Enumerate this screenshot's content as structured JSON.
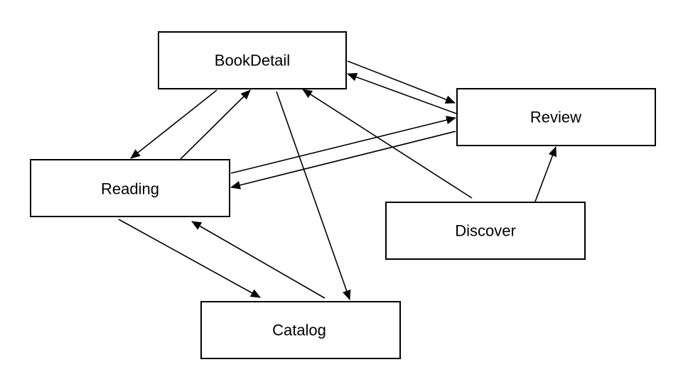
{
  "diagram": {
    "nodes": {
      "bookdetail": {
        "label": "BookDetail"
      },
      "review": {
        "label": "Review"
      },
      "reading": {
        "label": "Reading"
      },
      "discover": {
        "label": "Discover"
      },
      "catalog": {
        "label": "Catalog"
      }
    },
    "edges": [
      {
        "from": "BookDetail",
        "to": "Review"
      },
      {
        "from": "Review",
        "to": "BookDetail"
      },
      {
        "from": "BookDetail",
        "to": "Reading"
      },
      {
        "from": "Reading",
        "to": "BookDetail"
      },
      {
        "from": "BookDetail",
        "to": "Catalog"
      },
      {
        "from": "Reading",
        "to": "Review"
      },
      {
        "from": "Review",
        "to": "Reading"
      },
      {
        "from": "Discover",
        "to": "BookDetail"
      },
      {
        "from": "Discover",
        "to": "Review"
      },
      {
        "from": "Reading",
        "to": "Catalog"
      },
      {
        "from": "Catalog",
        "to": "Reading"
      }
    ],
    "colors": {
      "stroke": "#000000",
      "fill": "#ffffff"
    }
  }
}
